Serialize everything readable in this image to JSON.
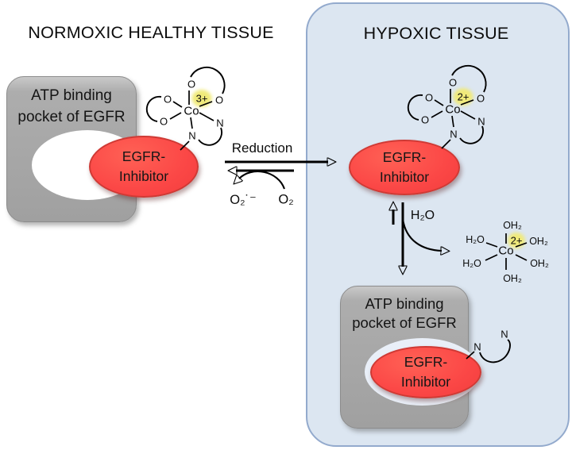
{
  "titles": {
    "normoxic": "NORMOXIC HEALTHY TISSUE",
    "hypoxic": "HYPOXIC TISSUE"
  },
  "pocket": {
    "line1": "ATP binding",
    "line2": "pocket of EGFR"
  },
  "inhibitor": {
    "line1": "EGFR-",
    "line2": "Inhibitor"
  },
  "reaction": {
    "reduction_label": "Reduction",
    "superoxide": "O₂˙⁻",
    "oxygen": "O₂",
    "water": "H₂O"
  },
  "atoms": {
    "o": "O",
    "n": "N",
    "co": "Co",
    "charge_3plus": "3+",
    "charge_2plus": "2+",
    "oh2": "OH₂",
    "h2o": "H₂O"
  },
  "colors": {
    "panel_fill": "#dce6f1",
    "panel_border": "#93aacd",
    "pocket_fill": "#a6a6a6",
    "pocket_border": "#8c8c8c",
    "inhibitor_fill": "#fb4746",
    "inhibitor_border": "#cf3a35",
    "charge_highlight": "#f0ea7a",
    "line_color": "#000000"
  }
}
